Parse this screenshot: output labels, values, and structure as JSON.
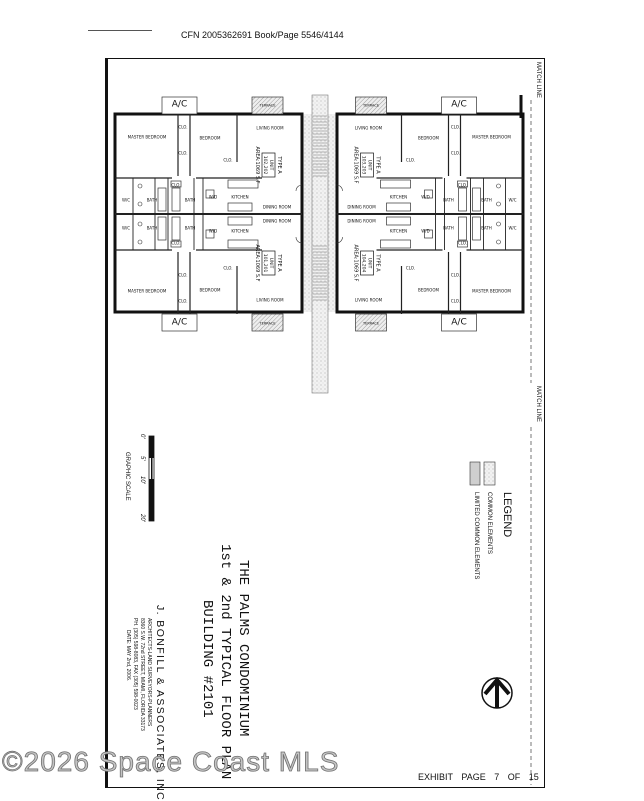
{
  "header": {
    "recording": "CFN 2005362691  Book/Page 5546/4144"
  },
  "plan": {
    "ac_label": "A/C",
    "terrace_label": "TERRACE",
    "match_line": "MATCH LINE",
    "rooms": {
      "master_bedroom": "MASTER BEDROOM",
      "bedroom": "BEDROOM",
      "living_room": "LIVING ROOM",
      "kitchen": "KITCHEN",
      "dining_room": "DINING ROOM",
      "bath": "BATH",
      "wc": "W/C",
      "wd": "W/D",
      "closet": "CLO."
    },
    "units": [
      {
        "type": "TYPE A",
        "unit_label": "UNIT",
        "unit": "102,202",
        "area": "AREA:1069 S.F"
      },
      {
        "type": "TYPE A",
        "unit_label": "UNIT",
        "unit": "101,201",
        "area": "AREA:1069 S.F"
      },
      {
        "type": "TYPE A",
        "unit_label": "UNIT",
        "unit": "103,203",
        "area": "AREA:1069 S.F"
      },
      {
        "type": "TYPE A",
        "unit_label": "UNIT",
        "unit": "104,204",
        "area": "AREA:1069 S.F"
      }
    ]
  },
  "legend": {
    "title": "LEGEND",
    "items": [
      "COMMON ELEMENTS",
      "LIMITED COMMON ELEMENTS"
    ]
  },
  "scale": {
    "ticks": [
      "0'",
      "5'",
      "10'",
      "20'"
    ],
    "label": "GRAPHIC SCALE"
  },
  "title_block": {
    "line1": "THE PALMS CONDOMINIUM",
    "line2": "1st & 2nd TYPICAL FLOOR PLAN",
    "line3": "BUILDING #2101",
    "firm": "J. BONFILL & ASSOCIATES, INC",
    "firm_lines": [
      "ARCHITECTS-LAND SURVEYORS-PLANNERS",
      "8360 S.W. 72nd STREET, MIAMI, FLORIDA 33173",
      "PH. (305) 598-8083, FAX (305) 598-0023",
      "DATE: MAY 2nd, 2006."
    ]
  },
  "footer": {
    "exhibit": "EXHIBIT",
    "page": "PAGE 7 OF 15"
  },
  "watermark": "©2026 Space Coast MLS"
}
